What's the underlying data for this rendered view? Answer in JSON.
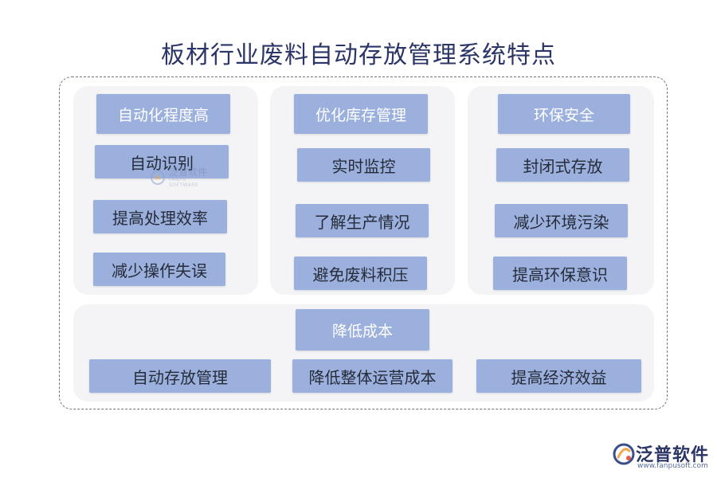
{
  "title": "板材行业废料自动存放管理系统特点",
  "columns": [
    {
      "header": "自动化程度高",
      "items": [
        "自动识别",
        "提高处理效率",
        "减少操作失误"
      ]
    },
    {
      "header": "优化库存管理",
      "items": [
        "实时监控",
        "了解生产情况",
        "避免废料积压"
      ]
    },
    {
      "header": "环保安全",
      "items": [
        "封闭式存放",
        "减少环境污染",
        "提高环保意识"
      ]
    }
  ],
  "bottom": {
    "header": "降低成本",
    "items": [
      "自动存放管理",
      "降低整体运营成本",
      "提高经济效益"
    ]
  },
  "watermark": {
    "text": "泛普软件",
    "sub": "FANPU SOFTWARE"
  },
  "logo": {
    "text": "泛普软件",
    "url": "www.fanpusoft.com"
  },
  "colors": {
    "box": "#9bb0dc",
    "panel": "#f4f4f6",
    "title": "#2b3566"
  }
}
